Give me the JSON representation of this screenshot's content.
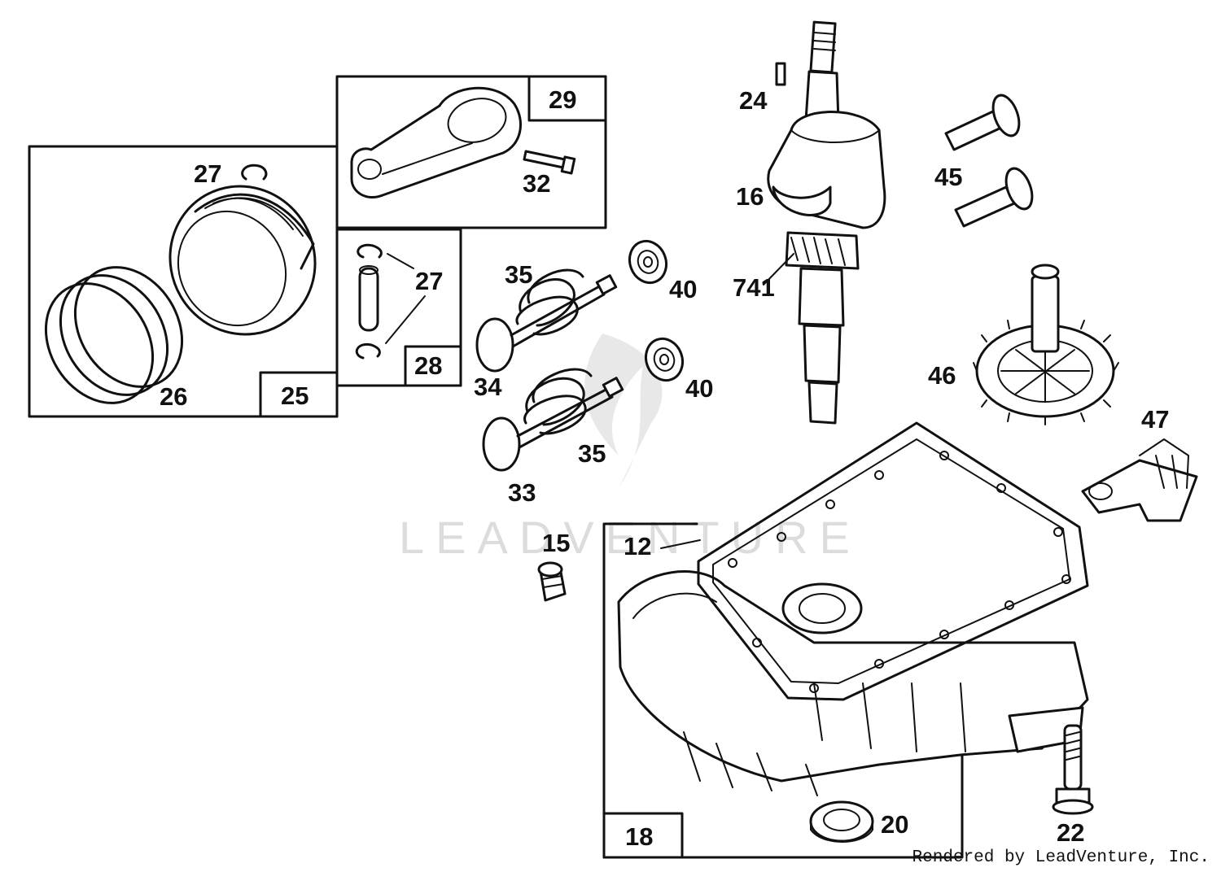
{
  "watermark": "LEADVENTURE",
  "footer": "Rendered by LeadVenture, Inc.",
  "boxes": {
    "b25": "25",
    "b28": "28",
    "b29": "29",
    "b18": "18"
  },
  "callouts": {
    "c24": "24",
    "c16": "16",
    "c741": "741",
    "c45": "45",
    "c46": "46",
    "c47": "47",
    "c27a": "27",
    "c26": "26",
    "c32": "32",
    "c27b": "27",
    "c35a": "35",
    "c40a": "40",
    "c34": "34",
    "c40b": "40",
    "c35b": "35",
    "c33": "33",
    "c15": "15",
    "c12": "12",
    "c20": "20",
    "c22": "22"
  }
}
